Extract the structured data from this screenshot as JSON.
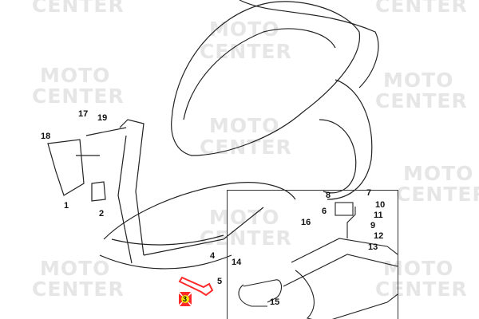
{
  "watermark": {
    "line1": "MOTO",
    "line2": "CENTER"
  },
  "callouts": [
    "1",
    "2",
    "3",
    "4",
    "5",
    "6",
    "7",
    "8",
    "9",
    "10",
    "11",
    "12",
    "13",
    "14",
    "15",
    "16",
    "17",
    "18",
    "19"
  ],
  "highlight_part": "3",
  "highlight_color": "#ff2a2a",
  "highlight_badge_color": "#f2e600"
}
